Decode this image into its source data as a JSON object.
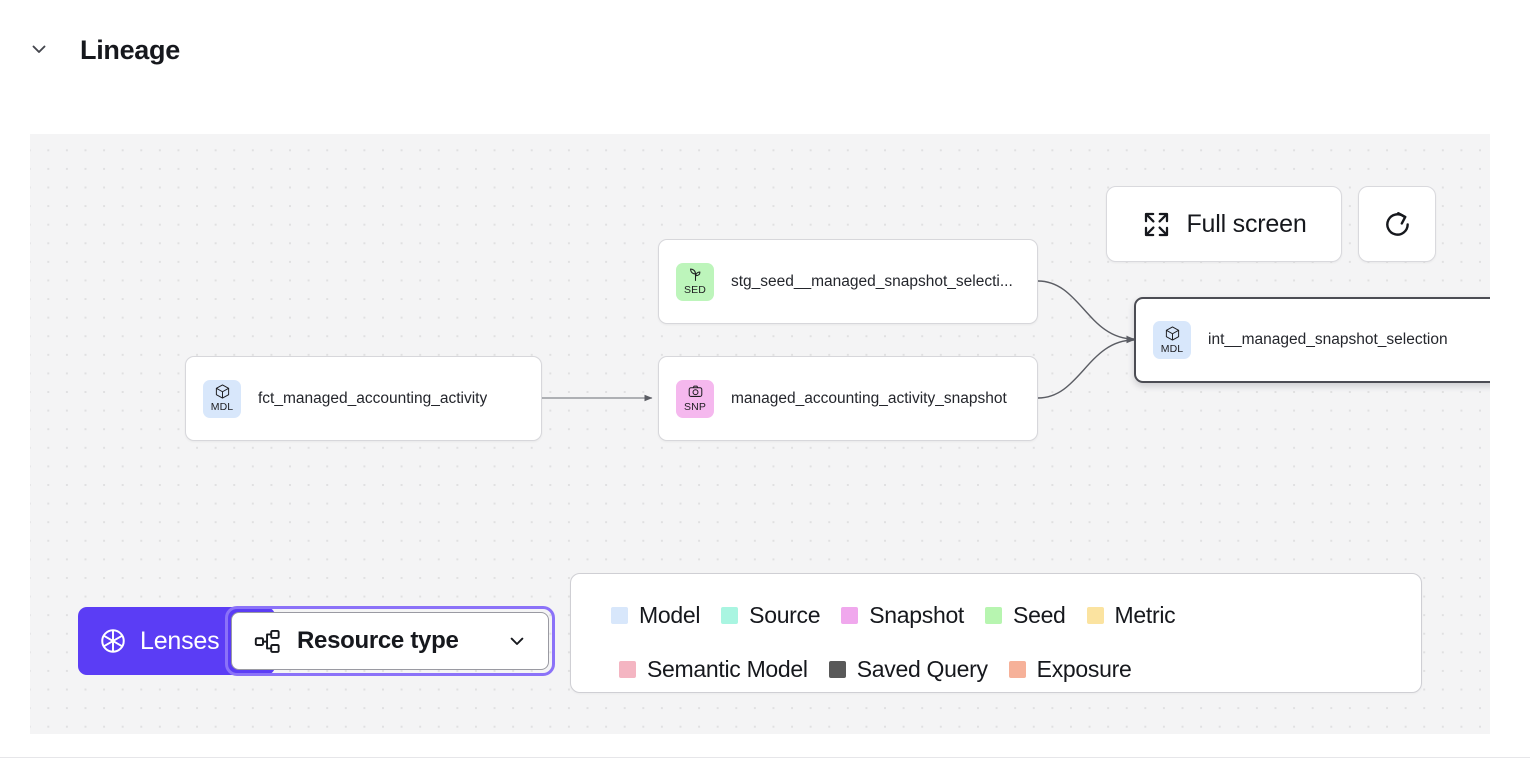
{
  "section": {
    "title": "Lineage",
    "collapse_icon": "chevron-down-icon",
    "expanded": true
  },
  "canvas": {
    "background_color": "#f4f4f5",
    "grid": "dot-grid",
    "controls": {
      "fullscreen": {
        "label": "Full screen",
        "icon": "expand-fullscreen-icon"
      },
      "refresh": {
        "label": "",
        "icon": "refresh-icon"
      }
    },
    "nodes": [
      {
        "id": "fct_managed_accounting_activity",
        "label": "fct_managed_accounting_activity",
        "badge_text": "MDL",
        "badge_icon": "cube-icon",
        "badge_color": "#d8e7fb",
        "resource_type": "Model",
        "selected": false
      },
      {
        "id": "stg_seed__managed_snapshot_selection",
        "label": "stg_seed__managed_snapshot_selecti...",
        "badge_text": "SED",
        "badge_icon": "seedling-icon",
        "badge_color": "#bdf5bb",
        "resource_type": "Seed",
        "selected": false
      },
      {
        "id": "managed_accounting_activity_snapshot",
        "label": "managed_accounting_activity_snapshot",
        "badge_text": "SNP",
        "badge_icon": "camera-icon",
        "badge_color": "#f5b8ee",
        "resource_type": "Snapshot",
        "selected": false
      },
      {
        "id": "int__managed_snapshot_selection",
        "label": "int__managed_snapshot_selection",
        "badge_text": "MDL",
        "badge_icon": "cube-icon",
        "badge_color": "#d8e7fb",
        "resource_type": "Model",
        "selected": true
      }
    ]
  },
  "toolbar": {
    "lenses": {
      "label": "Lenses",
      "icon": "aperture-icon",
      "color": "#5b3df5"
    },
    "resource_type": {
      "label": "Resource type",
      "icon": "hierarchy-icon",
      "caret_icon": "chevron-down-icon",
      "focused": true
    }
  },
  "legend": {
    "rows": [
      [
        {
          "label": "Model",
          "color": "#d8e7fb"
        },
        {
          "label": "Source",
          "color": "#a9f5e1"
        },
        {
          "label": "Snapshot",
          "color": "#f0a8ed"
        },
        {
          "label": "Seed",
          "color": "#b7f5b0"
        },
        {
          "label": "Metric",
          "color": "#fbe3a0"
        }
      ],
      [
        {
          "label": "Semantic Model",
          "color": "#f4b5c2"
        },
        {
          "label": "Saved Query",
          "color": "#595959"
        },
        {
          "label": "Exposure",
          "color": "#f6b199"
        }
      ]
    ]
  }
}
